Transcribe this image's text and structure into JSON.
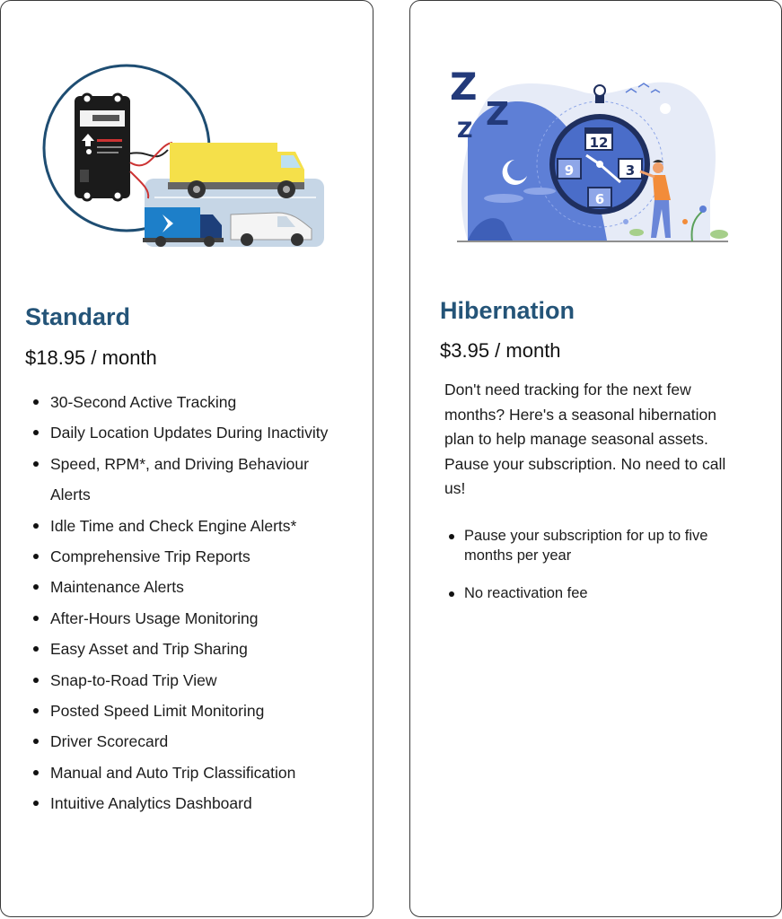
{
  "plans": {
    "standard": {
      "title": "Standard",
      "price": "$18.95 / month",
      "illustration": "gps-tracker-with-vehicles",
      "features": [
        "30-Second Active Tracking",
        "Daily Location Updates During Inactivity",
        "Speed, RPM*, and Driving Behaviour Alerts",
        "Idle Time and Check Engine Alerts*",
        "Comprehensive Trip Reports",
        "Maintenance Alerts",
        "After-Hours Usage Monitoring",
        "Easy Asset and Trip Sharing",
        "Snap-to-Road Trip View",
        "Posted Speed Limit Monitoring",
        "Driver Scorecard",
        "Manual and Auto Trip Classification",
        "Intuitive Analytics Dashboard"
      ]
    },
    "hibernation": {
      "title": "Hibernation",
      "price": "$3.95 / month",
      "illustration": "sleeping-clock-calendar",
      "clock_labels": [
        "12",
        "9",
        "3",
        "6"
      ],
      "sleep_letters": [
        "Z",
        "Z",
        "Z"
      ],
      "description": "Don't need tracking for the next few months? Here's a seasonal hibernation plan to help manage seasonal assets. Pause your subscription. No need to call us!",
      "features": [
        "Pause your subscription for up to five months per year",
        "No reactivation fee"
      ]
    }
  },
  "colors": {
    "title": "#245478",
    "truck_yellow": "#f5e04a",
    "illustration_blue": "#5e7fd6",
    "clock_navy": "#1f2f5e"
  }
}
